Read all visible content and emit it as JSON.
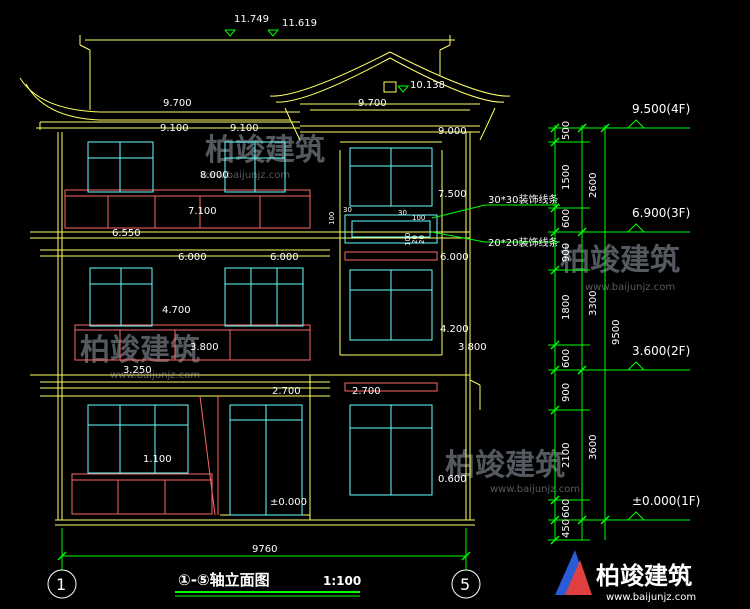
{
  "drawing": {
    "title": "①-⑤轴立面图",
    "scale": "1:100",
    "grid_left": "1",
    "grid_right": "5",
    "total_width": "9760"
  },
  "levels": {
    "roof_peak_left": "11.749",
    "roof_peak_right": "11.619",
    "ridge_right": "10.138",
    "eave_left": "9.700",
    "eave_right": "9.700",
    "l9100a": "9.100",
    "l9100b": "9.100",
    "l9000": "9.000",
    "l8000": "8.000",
    "l7500": "7.500",
    "l7100": "7.100",
    "l6550": "6.550",
    "l6000a": "6.000",
    "l6000b": "6.000",
    "l6000c": "6.000",
    "l4700": "4.700",
    "l4200": "4.200",
    "l3800a": "3.800",
    "l3800b": "3.800",
    "l3250": "3.250",
    "l2700a": "2.700",
    "l2700b": "2.700",
    "l1100": "1.100",
    "l0600": "0.600",
    "l0000": "±0.000"
  },
  "floor_marks": {
    "f4": "9.500(4F)",
    "f3": "6.900(3F)",
    "f2": "3.600(2F)",
    "f1": "±0.000(1F)"
  },
  "vertical_dims": {
    "d500": "500",
    "d1500": "1500",
    "d600a": "600",
    "d900a": "900",
    "d1800": "1800",
    "d600b": "600",
    "d900b": "900",
    "d2100": "2100",
    "d600c": "600",
    "d450": "450",
    "d2600": "2600",
    "d3300": "3300",
    "d3600": "3600",
    "d9500": "9500"
  },
  "callouts": {
    "trim30": "30*30装饰线条",
    "trim20": "20*20装饰线条",
    "detail_a": "100",
    "detail_b": "30",
    "detail_c": "30",
    "detail_d": "100",
    "detail_e": "100",
    "detail_f": "20",
    "detail_g": "20"
  },
  "watermark": {
    "brand": "柏竣建筑",
    "url": "www.baijunjz.com"
  },
  "colors": {
    "wall": "#ffff66",
    "window": "#66ffff",
    "railing": "#ff6666",
    "dimension": "#00ff00",
    "text": "#ffffff"
  }
}
